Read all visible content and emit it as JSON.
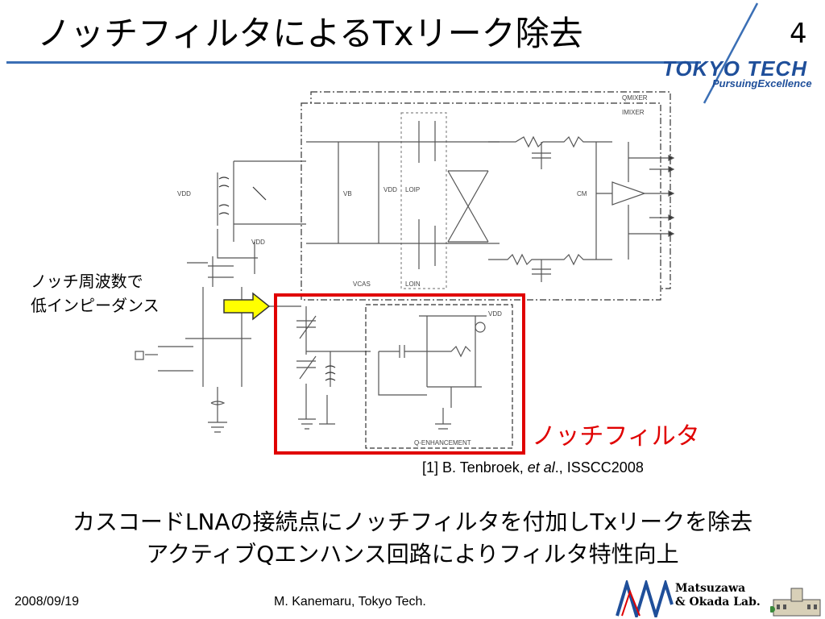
{
  "slide": {
    "title": "ノッチフィルタによるTxリーク除去",
    "page_number": "4"
  },
  "logo": {
    "name": "TOKYO TECH",
    "tagline": "PursuingExcellence"
  },
  "figure": {
    "labels": {
      "qmixer": "QMIXER",
      "imixer": "IMIXER",
      "vdd": "VDD",
      "vb": "VB",
      "loip": "LOIP",
      "loin": "LOIN",
      "vcas": "VCAS",
      "cm": "CM",
      "q_enhancement": "Q-ENHANCEMENT"
    },
    "annotation_left_line1": "ノッチ周波数で",
    "annotation_left_line2": "低インピーダンス",
    "notch_filter_label": "ノッチフィルタ",
    "citation_prefix": "[1] B. Tenbroek, ",
    "citation_italic": "et al",
    "citation_suffix": "., ISSCC2008",
    "colors": {
      "highlight_box": "#e00000",
      "arrow_fill": "#ffff00"
    }
  },
  "captions": {
    "line1": "カスコードLNAの接続点にノッチフィルタを付加しTxリークを除去",
    "line2": "アクティブQエンハンス回路によりフィルタ特性向上"
  },
  "footer": {
    "date": "2008/09/19",
    "author": "M. Kanemaru, Tokyo Tech.",
    "lab_line1": "Matsuzawa",
    "lab_line2": "& Okada Lab."
  },
  "colors": {
    "accent": "#3b6fb5",
    "logo": "#1f4f9a"
  }
}
